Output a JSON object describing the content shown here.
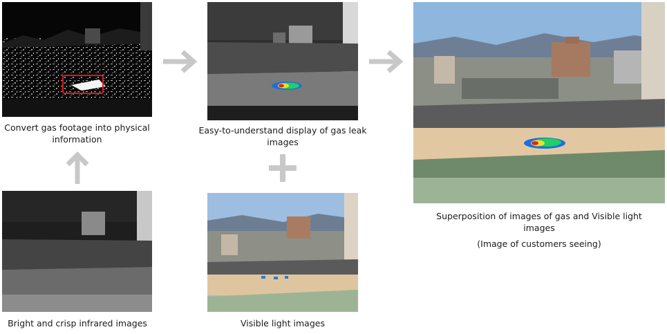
{
  "captions": {
    "convert": "Convert gas footage into physical information",
    "easy_display": "Easy-to-understand display of gas leak images",
    "infrared": "Bright and crisp infrared images",
    "visible": "Visible light images",
    "superposition": "Superposition of images of gas and Visible light images",
    "customers": "(Image of customers seeing)"
  },
  "icons": {
    "arrow_right": "arrow-right-icon",
    "arrow_up": "arrow-up-icon",
    "plus": "plus-icon"
  },
  "colors": {
    "arrow_gray": "#c8c8c8",
    "highlight_red": "#e01818",
    "gas_hot": "#e02020",
    "gas_warm": "#f0e020",
    "gas_mid": "#20d060",
    "gas_cool": "#1a70e0"
  }
}
